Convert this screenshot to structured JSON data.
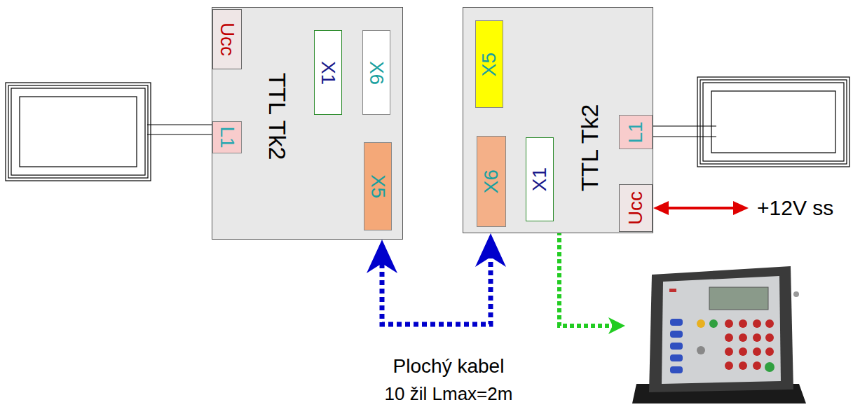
{
  "diagram": {
    "nodes": [
      {
        "text": [
          "TTL Tk2"
        ]
      },
      {
        "text": [
          "Ucc"
        ],
        "in": 0
      },
      {
        "text": [
          "L1"
        ],
        "in": 0
      },
      {
        "text": [
          "X1"
        ],
        "in": 0
      },
      {
        "text": [
          "X6"
        ],
        "in": 0
      },
      {
        "text": [
          "X5"
        ],
        "in": 0
      },
      {
        "text": [
          "TTL Tk2"
        ]
      },
      {
        "text": [
          "X5"
        ],
        "in": 6
      },
      {
        "text": [
          "X6"
        ],
        "in": 6
      },
      {
        "text": [
          "X1"
        ],
        "in": 6
      },
      {
        "text": [
          "L1"
        ],
        "in": 6
      },
      {
        "text": [
          "Ucc"
        ],
        "in": 6
      }
    ],
    "edges": [
      {
        "from": 0,
        "to": 6,
        "arrow": "both"
      }
    ],
    "labels": [
      "+12V ss",
      "Plochý kabel",
      "10 žil Lmax=2m"
    ]
  }
}
